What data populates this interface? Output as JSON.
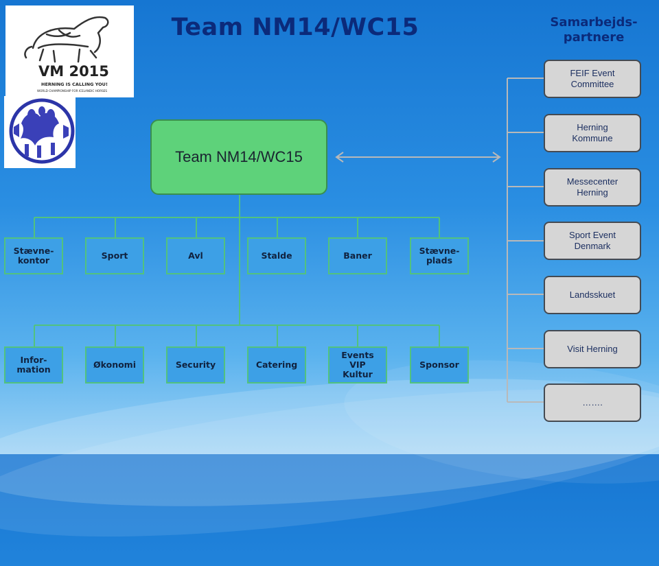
{
  "title": "Team NM14/WC15",
  "partners_heading": "Samarbejds-\npartnere",
  "central_node": "Team NM14/WC15",
  "logos": {
    "vm2015": {
      "main": "VM 2015",
      "tagline": "HERNING IS CALLING YOU!",
      "subline": "WORLD CHAMPIONSHIP FOR ICELANDIC HORSES"
    }
  },
  "row1": [
    "Stævne-\nkontor",
    "Sport",
    "Avl",
    "Stalde",
    "Baner",
    "Stævne-\nplads"
  ],
  "row2": [
    "Infor-\nmation",
    "Økonomi",
    "Security",
    "Catering",
    "Events\nVIP\nKultur",
    "Sponsor"
  ],
  "partners": [
    "FEIF Event\nCommittee",
    "Herning\nKommune",
    "Messecenter\nHerning",
    "Sport Event\nDenmark",
    "Landsskuet",
    "Visit Herning",
    "……."
  ],
  "colors": {
    "title": "#0b2a7a",
    "central_fill": "#5ed27a",
    "connector_green": "#52c27e",
    "connector_grey": "#b9b9b9",
    "partner_fill": "#d6d6d6"
  }
}
